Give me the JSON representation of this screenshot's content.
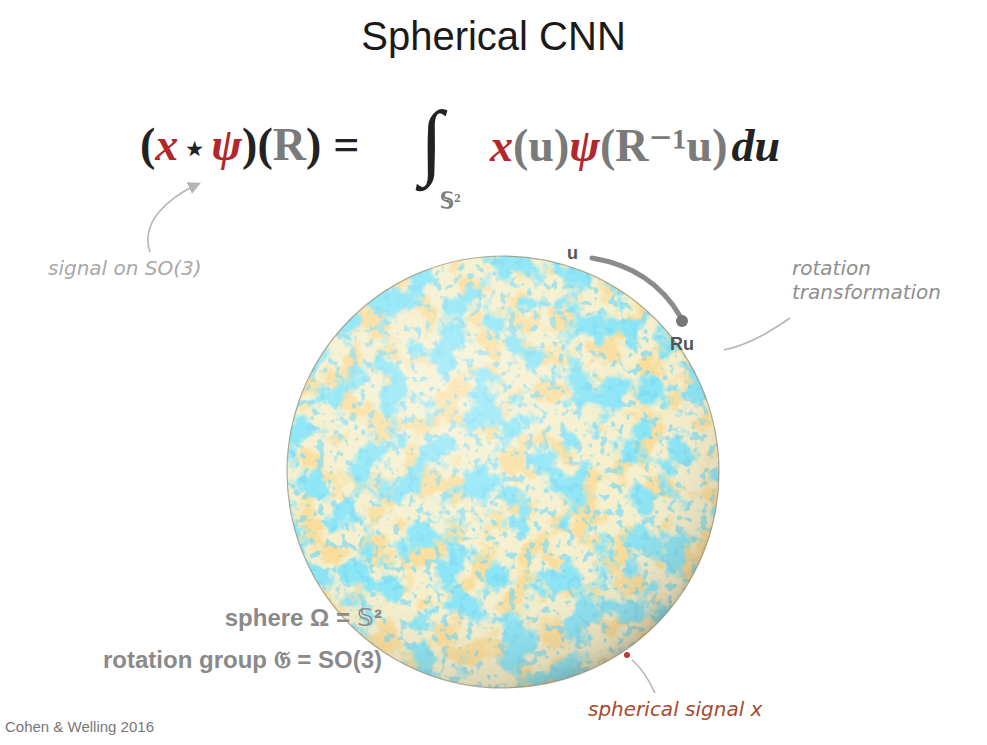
{
  "diagram": {
    "title": "Spherical CNN",
    "labels": [
      "(",
      "x",
      "⋆",
      "ψ",
      ")(",
      "R",
      ")",
      "=",
      "∫",
      "𝕊²",
      "x",
      "(u)",
      "ψ",
      "(R⁻¹u)",
      "du",
      "signal on SO(3)",
      "u",
      "Ru",
      "rotation transformation",
      "sphere Ω = 𝕊²",
      "rotation group 𝔊 = SO(3)",
      "spherical signal x",
      "Cohen & Welling 2016"
    ]
  }
}
